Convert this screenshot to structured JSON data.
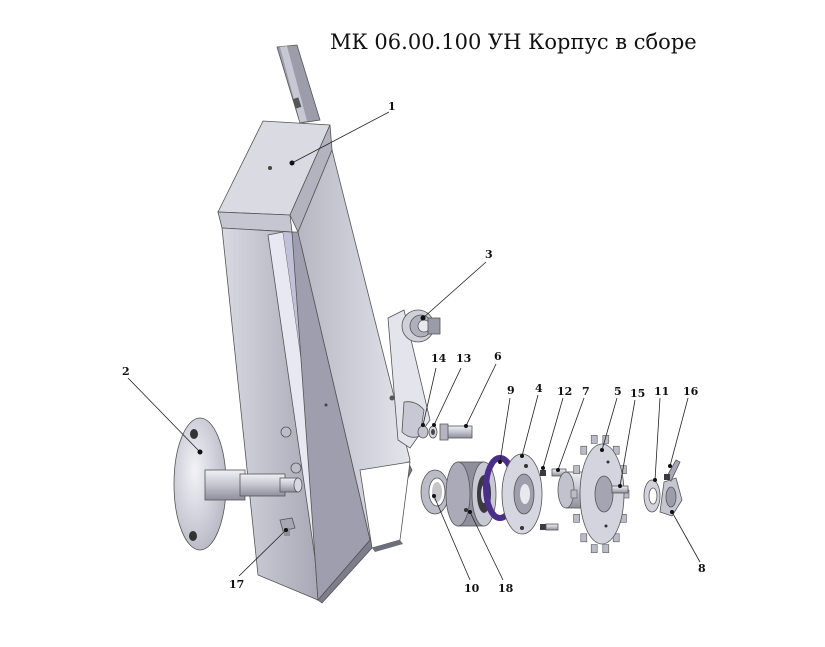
{
  "title": "МК 06.00.100 УН Корпус в сборе",
  "colors": {
    "steel_light": "#e3e3ea",
    "steel_mid": "#c9c9d3",
    "steel_dark": "#9a9aa8",
    "steel_shadow": "#6f6f7c",
    "seal_purple": "#4b2d8a",
    "bearing_dark": "#3a3a40"
  },
  "callouts": [
    {
      "id": "1",
      "label": "1"
    },
    {
      "id": "2",
      "label": "2"
    },
    {
      "id": "3",
      "label": "3"
    },
    {
      "id": "4",
      "label": "4"
    },
    {
      "id": "5",
      "label": "5"
    },
    {
      "id": "6",
      "label": "6"
    },
    {
      "id": "7",
      "label": "7"
    },
    {
      "id": "8",
      "label": "8"
    },
    {
      "id": "9",
      "label": "9"
    },
    {
      "id": "10",
      "label": "10"
    },
    {
      "id": "11",
      "label": "11"
    },
    {
      "id": "12",
      "label": "12"
    },
    {
      "id": "13",
      "label": "13"
    },
    {
      "id": "14",
      "label": "14"
    },
    {
      "id": "15",
      "label": "15"
    },
    {
      "id": "16",
      "label": "16"
    },
    {
      "id": "17",
      "label": "17"
    },
    {
      "id": "18",
      "label": "18"
    }
  ]
}
